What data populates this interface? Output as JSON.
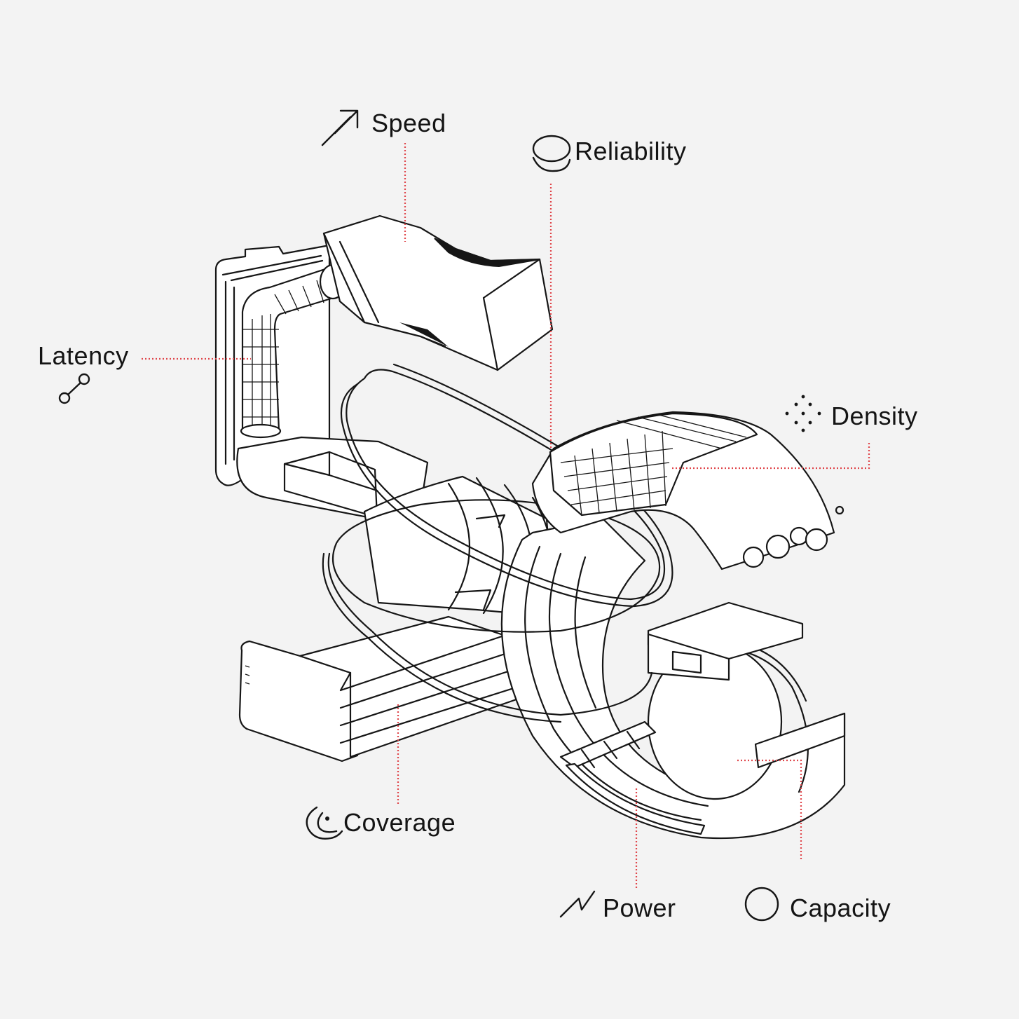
{
  "colors": {
    "background": "#f3f3f3",
    "ink": "#161616",
    "leader": "#e0474c"
  },
  "callouts": [
    {
      "id": "speed",
      "label": "Speed",
      "icon": "double-arrow-icon"
    },
    {
      "id": "reliability",
      "label": "Reliability",
      "icon": "stacked-rings-icon"
    },
    {
      "id": "latency",
      "label": "Latency",
      "icon": "connected-nodes-icon"
    },
    {
      "id": "density",
      "label": "Density",
      "icon": "dot-cluster-icon"
    },
    {
      "id": "coverage",
      "label": "Coverage",
      "icon": "crescent-moon-icon"
    },
    {
      "id": "power",
      "label": "Power",
      "icon": "zigzag-bolt-icon"
    },
    {
      "id": "capacity",
      "label": "Capacity",
      "icon": "circle-icon"
    }
  ]
}
